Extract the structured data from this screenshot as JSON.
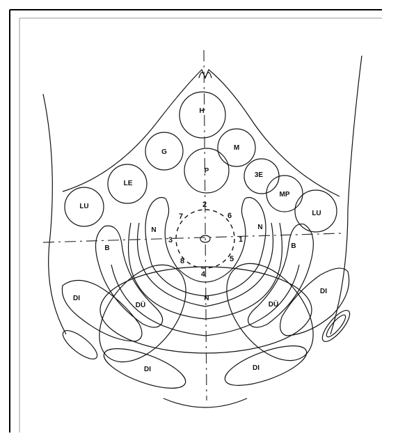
{
  "zones": {
    "h": "H",
    "g": "G",
    "m": "M",
    "p": "P",
    "le": "LE",
    "three_e": "3E",
    "mp": "MP",
    "lu_left": "LU",
    "lu_right": "LU",
    "n_left": "N",
    "n_right": "N",
    "n_center": "N",
    "b_left": "B",
    "b_right": "B",
    "di_left_upper": "DI",
    "di_right_upper": "DI",
    "di_left_lower": "DI",
    "di_right_lower": "DI",
    "du_left": "DÜ",
    "du_right": "DÜ"
  },
  "points": {
    "p1": "1",
    "p2": "2",
    "p3": "3",
    "p4": "4",
    "p5": "5",
    "p6": "6",
    "p7": "7",
    "p8": "8"
  }
}
